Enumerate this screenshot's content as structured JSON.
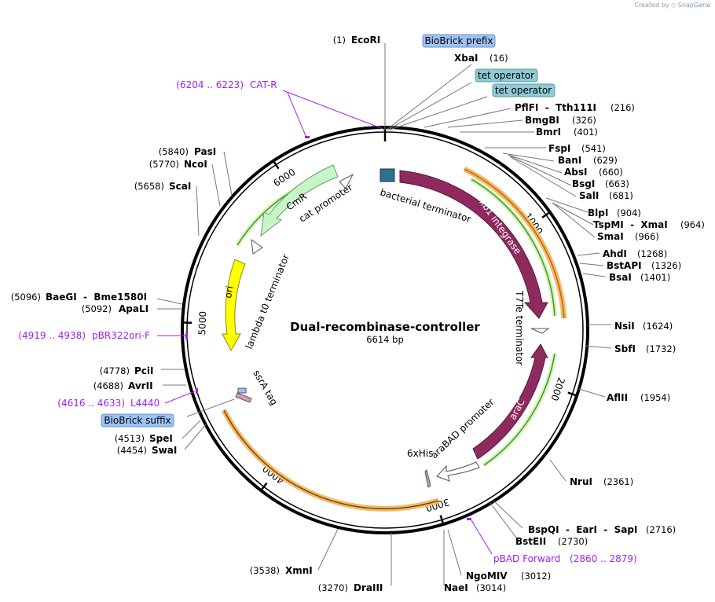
{
  "credit": {
    "prefix": "Created by",
    "brand": "SnapGene"
  },
  "plasmid": {
    "name": "Dual-recombinase-controller",
    "length_label": "6614 bp",
    "length": 6614
  },
  "ticks": [
    1000,
    2000,
    3000,
    4000,
    5000,
    6000
  ],
  "sites": [
    {
      "name": "EcoRI",
      "pos": "(1)",
      "bp": 1
    },
    {
      "name": "XbaI",
      "pos": "(16)",
      "bp": 16
    },
    {
      "name": "PflFI  -  Tth111I",
      "pos": "(216)",
      "bp": 216
    },
    {
      "name": "BmgBI",
      "pos": "(326)",
      "bp": 326
    },
    {
      "name": "BmrI",
      "pos": "(401)",
      "bp": 401
    },
    {
      "name": "FspI",
      "pos": "(541)",
      "bp": 541
    },
    {
      "name": "BanI",
      "pos": "(629)",
      "bp": 629
    },
    {
      "name": "AbsI",
      "pos": "(660)",
      "bp": 660
    },
    {
      "name": "BsgI",
      "pos": "(663)",
      "bp": 663
    },
    {
      "name": "SalI",
      "pos": "(681)",
      "bp": 681
    },
    {
      "name": "BlpI",
      "pos": "(904)",
      "bp": 904
    },
    {
      "name": "TspMI  -  XmaI",
      "pos": "(964)",
      "bp": 964
    },
    {
      "name": "SmaI",
      "pos": "(966)",
      "bp": 966
    },
    {
      "name": "AhdI",
      "pos": "(1268)",
      "bp": 1268
    },
    {
      "name": "BstAPI",
      "pos": "(1326)",
      "bp": 1326
    },
    {
      "name": "BsaI",
      "pos": "(1401)",
      "bp": 1401
    },
    {
      "name": "NsiI",
      "pos": "(1624)",
      "bp": 1624
    },
    {
      "name": "SbfI",
      "pos": "(1732)",
      "bp": 1732
    },
    {
      "name": "AflII",
      "pos": "(1954)",
      "bp": 1954
    },
    {
      "name": "NruI",
      "pos": "(2361)",
      "bp": 2361
    },
    {
      "name": "BspQI  -  EarI  -  SapI",
      "pos": "(2716)",
      "bp": 2716
    },
    {
      "name": "BstEII",
      "pos": "(2730)",
      "bp": 2730
    },
    {
      "name": "NgoMIV",
      "pos": "(3012)",
      "bp": 3012
    },
    {
      "name": "NaeI",
      "pos": "(3014)",
      "bp": 3014
    },
    {
      "name": "DraIII",
      "pos": "(3270)",
      "bp": 3270
    },
    {
      "name": "XmnI",
      "pos": "(3538)",
      "bp": 3538
    },
    {
      "name": "SwaI",
      "pos": "(4454)",
      "bp": 4454
    },
    {
      "name": "SpeI",
      "pos": "(4513)",
      "bp": 4513
    },
    {
      "name": "AvrII",
      "pos": "(4688)",
      "bp": 4688
    },
    {
      "name": "PciI",
      "pos": "(4778)",
      "bp": 4778
    },
    {
      "name": "ApaLI",
      "pos": "(5092)",
      "bp": 5092
    },
    {
      "name": "BaeGI  -  Bme1580I",
      "pos": "(5096)",
      "bp": 5096
    },
    {
      "name": "ScaI",
      "pos": "(5658)",
      "bp": 5658
    },
    {
      "name": "NcoI",
      "pos": "(5770)",
      "bp": 5770
    },
    {
      "name": "PasI",
      "pos": "(5840)",
      "bp": 5840
    }
  ],
  "primers": [
    {
      "name": "CAT-R",
      "range": "(6204 .. 6223)"
    },
    {
      "name": "pBR322ori-F",
      "range": "(4919 .. 4938)"
    },
    {
      "name": "L4440",
      "range": "(4616 .. 4633)"
    },
    {
      "name": "pBAD Forward",
      "range": "(2860 .. 2879)"
    }
  ],
  "boxed_labels": [
    {
      "name": "BioBrick prefix"
    },
    {
      "name": "tet operator"
    },
    {
      "name": "tet operator"
    },
    {
      "name": "BioBrick suffix"
    }
  ],
  "features": [
    {
      "name": "Bxb1 integrase",
      "color": "#8e2a5e",
      "start": 100,
      "end": 1450
    },
    {
      "name": "araC",
      "color": "#8e2a5e",
      "start": 1750,
      "end": 2620
    },
    {
      "name": "CmR",
      "color": "#c8f5c8",
      "start": 5850,
      "end": 6250
    },
    {
      "name": "ori",
      "color": "#ffff00",
      "start": 5050,
      "end": 5550
    },
    {
      "name": "bacterial terminator",
      "color": "#ffffff"
    },
    {
      "name": "T7Te terminator",
      "color": "#ffffff"
    },
    {
      "name": "araBAD promoter",
      "color": "#ffffff"
    },
    {
      "name": "6xHis",
      "color": "#d99ab8"
    },
    {
      "name": "ssrA tag",
      "color": "#d99ab8"
    },
    {
      "name": "lambda t0 terminator",
      "color": "#ffffff"
    },
    {
      "name": "cat promoter",
      "color": "#ffffff"
    }
  ],
  "colors": {
    "primer": "#a020f0",
    "orange_arc": "#f4b96a",
    "green_arc": "#3c9a1e",
    "boxed_blue": "#9cc3f5",
    "boxed_teal": "#8fcad4"
  }
}
